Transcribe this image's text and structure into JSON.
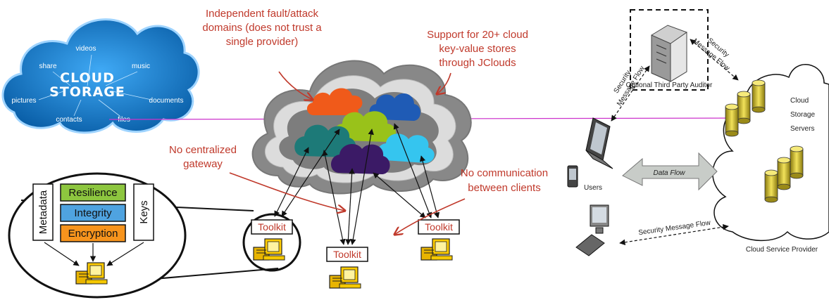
{
  "storage_cloud": {
    "title_line1": "CLOUD",
    "title_line2": "STORAGE",
    "words": [
      "videos",
      "music",
      "share",
      "documents",
      "pictures",
      "contacts",
      "files"
    ]
  },
  "annotations": {
    "fault_domains": [
      "Independent fault/attack",
      "domains (does not trust a",
      "single provider)"
    ],
    "support": [
      "Support for 20+ cloud",
      "key-value stores",
      "through JClouds"
    ],
    "no_gateway": [
      "No centralized",
      "gateway"
    ],
    "no_comm": [
      "No communication",
      "between clients"
    ]
  },
  "toolkit": {
    "layers": [
      "Resilience",
      "Integrity",
      "Encryption"
    ],
    "side_left": "Metadata",
    "side_right": "Keys",
    "label": "Toolkit"
  },
  "right_diagram": {
    "auditor": "Optional Third Party Auditor",
    "security_flow_a": [
      "Security",
      "Message Flow"
    ],
    "security_flow_b": [
      "Security",
      "Message Flow"
    ],
    "servers": [
      "Cloud",
      "Storage",
      "Servers"
    ],
    "data_flow": "Data Flow",
    "users": "Users",
    "security_flow_bottom": "Security Message Flow",
    "provider": "Cloud Service Provider"
  },
  "colors": {
    "annotation": "#c0392b",
    "resilience": "#8dc63f",
    "integrity": "#4fa3e0",
    "encryption": "#f7941d",
    "divider_line": "#cc33cc"
  }
}
